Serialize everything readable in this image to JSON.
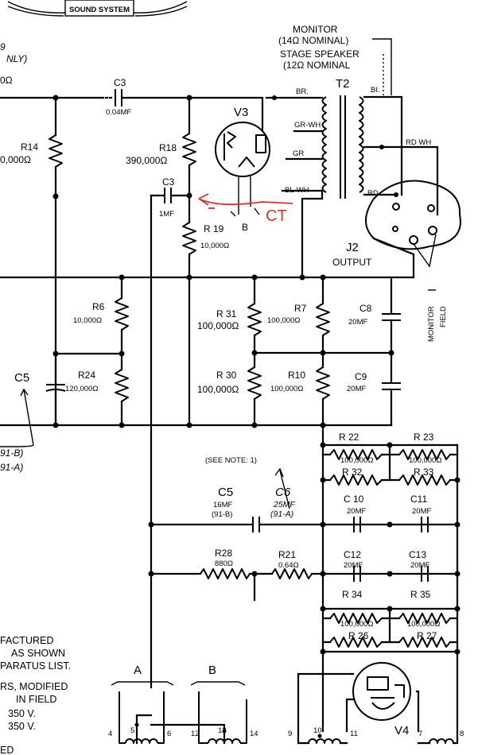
{
  "header": {
    "logo_text": "SOUND SYSTEM"
  },
  "monitor": {
    "line1": "MONITOR",
    "line2": "(14Ω NOMINAL)",
    "line3": "STAGE SPEAKER",
    "line4": "(12Ω NOMINAL"
  },
  "left_cut": {
    "top1": "9",
    "top2": "NLY)",
    "top3": "0Ω",
    "r14_val": "0,000Ω",
    "mid1": "91-B)",
    "mid2": "91-A)"
  },
  "components": {
    "c3_top": {
      "name": "C3",
      "value": "0.04MF"
    },
    "r14": {
      "name": "R14"
    },
    "r18": {
      "name": "R18",
      "value": "390,000Ω"
    },
    "c3_mid": {
      "name": "C3",
      "value": "1MF"
    },
    "v3": {
      "name": "V3"
    },
    "t2": {
      "name": "T2"
    },
    "r19": {
      "name": "R 19",
      "value": "10,000Ω"
    },
    "j2": {
      "name": "J2",
      "label": "OUTPUT"
    },
    "monitor_field": {
      "line1": "MONITOR",
      "line2": "FIELD"
    },
    "r6": {
      "name": "R6",
      "value": "10,000Ω"
    },
    "r31": {
      "name": "R 31",
      "value": "100,000Ω"
    },
    "r7": {
      "name": "R7",
      "value": "100,000Ω"
    },
    "c8": {
      "name": "C8",
      "value": "20MF"
    },
    "c5_left": {
      "name": "C5"
    },
    "r24": {
      "name": "R24",
      "value": "120,000Ω"
    },
    "r30": {
      "name": "R 30",
      "value": "100,000Ω"
    },
    "r10": {
      "name": "R10",
      "value": "100,000Ω"
    },
    "c9": {
      "name": "C9",
      "value": "20MF"
    },
    "r22": {
      "name": "R 22",
      "value": "100,000Ω"
    },
    "r23": {
      "name": "R 23",
      "value": "100,000Ω"
    },
    "r32": {
      "name": "R 32"
    },
    "r33": {
      "name": "R 33"
    },
    "c5_bottom": {
      "name": "C5",
      "value": "16MF",
      "variant": "(91-B)"
    },
    "c6": {
      "name": "C6",
      "value": "25MF",
      "variant": "(91-A)"
    },
    "c10": {
      "name": "C 10",
      "value": "20MF"
    },
    "c11": {
      "name": "C11",
      "value": "20MF"
    },
    "r28": {
      "name": "R28",
      "value": "880Ω"
    },
    "r21": {
      "name": "R21",
      "value": "0.64Ω"
    },
    "c12": {
      "name": "C12",
      "value": "20MF"
    },
    "c13": {
      "name": "C13",
      "value": "20MF"
    },
    "r34": {
      "name": "R 34",
      "value": "100,000Ω"
    },
    "r35": {
      "name": "R 35",
      "value": "100,000Ω"
    },
    "r26": {
      "name": "R 26"
    },
    "r27": {
      "name": "R 27"
    },
    "v4": {
      "name": "V4"
    }
  },
  "wire_labels": {
    "br": "BR.",
    "bl": "BI.",
    "gr_wh": "GR-WH",
    "gr": "GR",
    "bl_wh": "BL-WH",
    "rd_wh": "RD WH",
    "rd": "RD"
  },
  "see_note": "(SEE NOTE: 1)",
  "annotations": {
    "ct": "CT",
    "b": "B"
  },
  "groups": {
    "a": "A",
    "b": "B"
  },
  "pins": [
    "4",
    "5",
    "6",
    "12",
    "13",
    "14",
    "9",
    "10",
    "11",
    "7",
    "8"
  ],
  "notes": {
    "line1": "FACTURED",
    "line2": "AS SHOWN",
    "line3": "PARATUS LIST.",
    "line4": "RS, MODIFIED",
    "line5": "IN FIELD",
    "line6": "350 V.",
    "line7": "350 V.",
    "line8": "ED"
  }
}
